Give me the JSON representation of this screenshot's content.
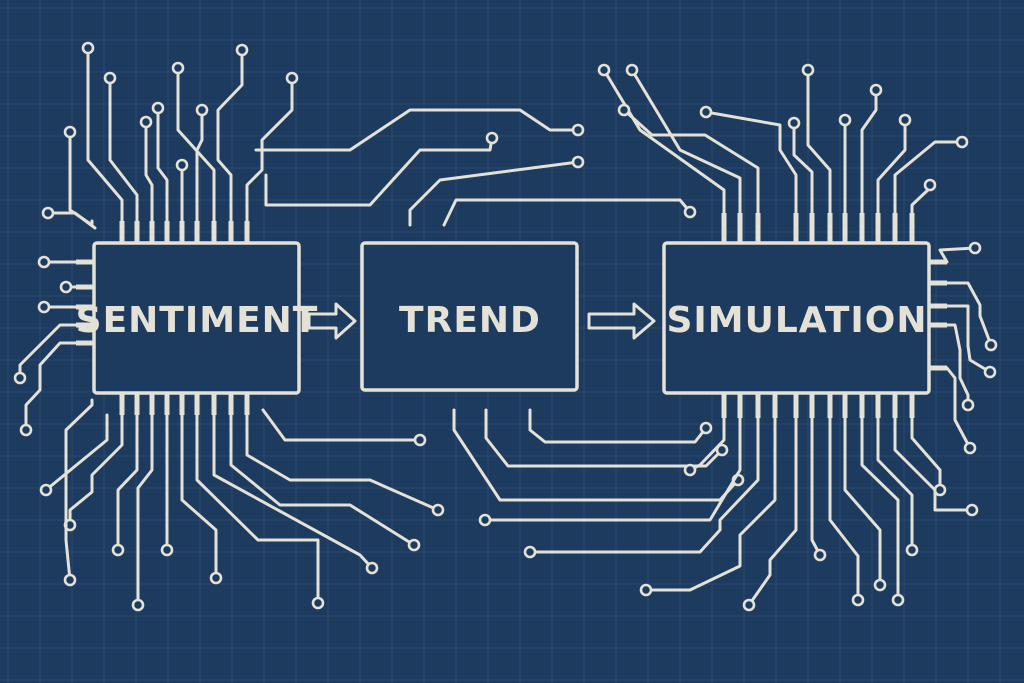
{
  "diagram": {
    "nodes": [
      {
        "id": "sentiment",
        "label": "SENTIMENT"
      },
      {
        "id": "trend",
        "label": "TREND"
      },
      {
        "id": "simulation",
        "label": "SIMULATION"
      }
    ],
    "edges": [
      {
        "from": "sentiment",
        "to": "trend"
      },
      {
        "from": "trend",
        "to": "simulation"
      }
    ]
  },
  "colors": {
    "background": "#1d3a5f",
    "grid": "#2a4a72",
    "line": "#e4e1d6"
  }
}
